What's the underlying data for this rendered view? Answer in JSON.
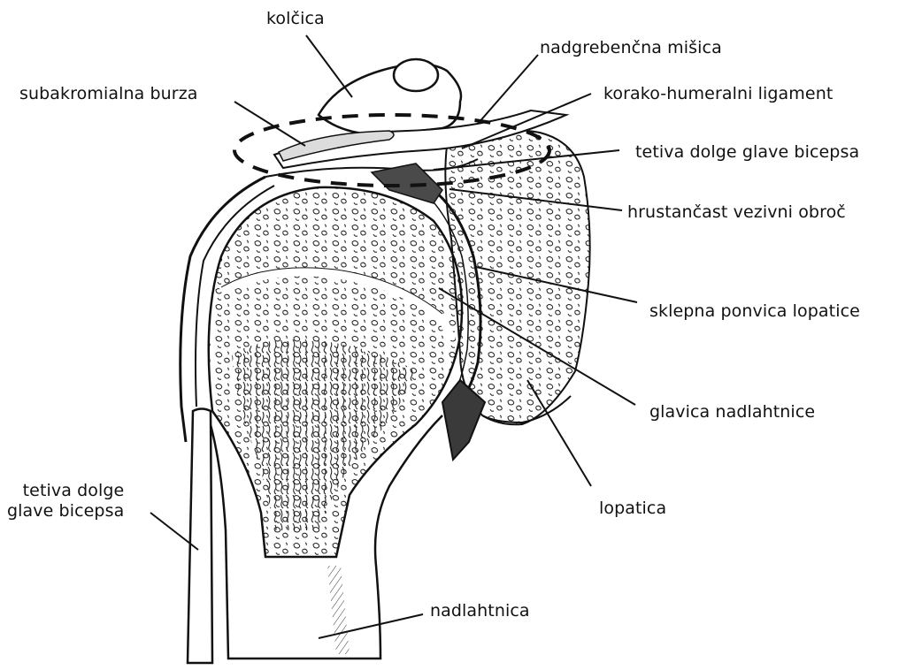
{
  "colors": {
    "ink": "#111111",
    "background": "#ffffff",
    "cartilage_fill": "#f4f4f4",
    "dark_shade": "#3a3a3a"
  },
  "labels": {
    "acromion": "kolčica",
    "supraspinatus": "nadgrebenčna mišica",
    "subacromial_bursa": "subakromialna burza",
    "coracohumeral_ligament": "korako-humeralni ligament",
    "biceps_tendon_upper": "tetiva dolge glave bicepsa",
    "labrum": "hrustančast vezivni obroč",
    "glenoid": "sklepna ponvica lopatice",
    "humeral_head": "glavica nadlahtnice",
    "scapula": "lopatica",
    "biceps_tendon_lower_line1": "tetiva dolge",
    "biceps_tendon_lower_line2": "glave bicepsa",
    "humerus": "nadlahtnica"
  }
}
